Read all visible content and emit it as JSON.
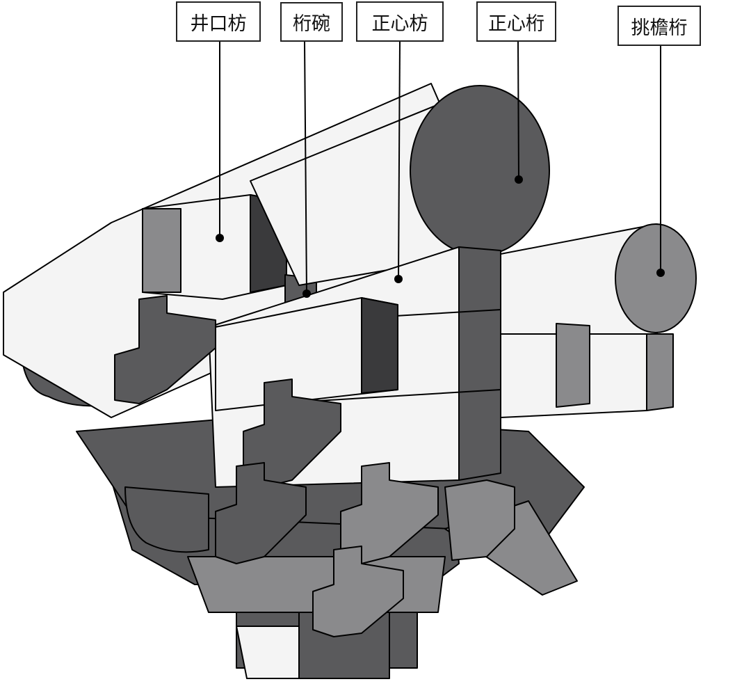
{
  "title": "斗栱结构示意",
  "labels": [
    {
      "id": "jingkoufang",
      "text": "井口枋"
    },
    {
      "id": "hengwan",
      "text": "桁碗"
    },
    {
      "id": "zhengxinfang",
      "text": "正心枋"
    },
    {
      "id": "zhengxinheng",
      "text": "正心桁"
    },
    {
      "id": "tiaoyanheng",
      "text": "挑檐桁"
    }
  ],
  "colors": {
    "light": "#f4f4f4",
    "mid": "#8a8a8c",
    "dark": "#5a5a5c",
    "darker": "#3a3a3c",
    "outline": "#000000"
  }
}
